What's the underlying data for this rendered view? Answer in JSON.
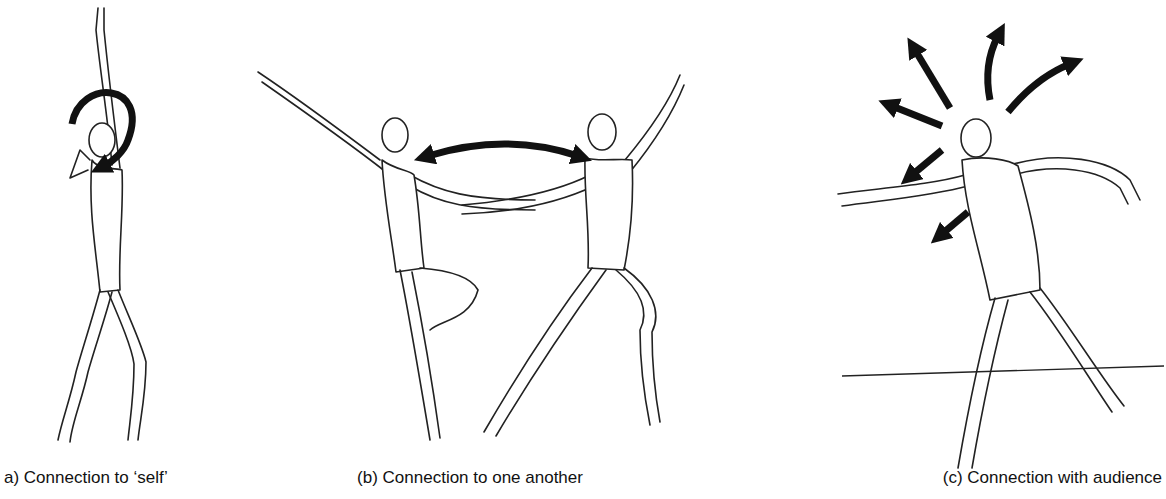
{
  "diagram": {
    "labels": [
      "a) Connection to ‘self’",
      "(b) Connection to one another",
      "(c) Connection with audience"
    ]
  }
}
